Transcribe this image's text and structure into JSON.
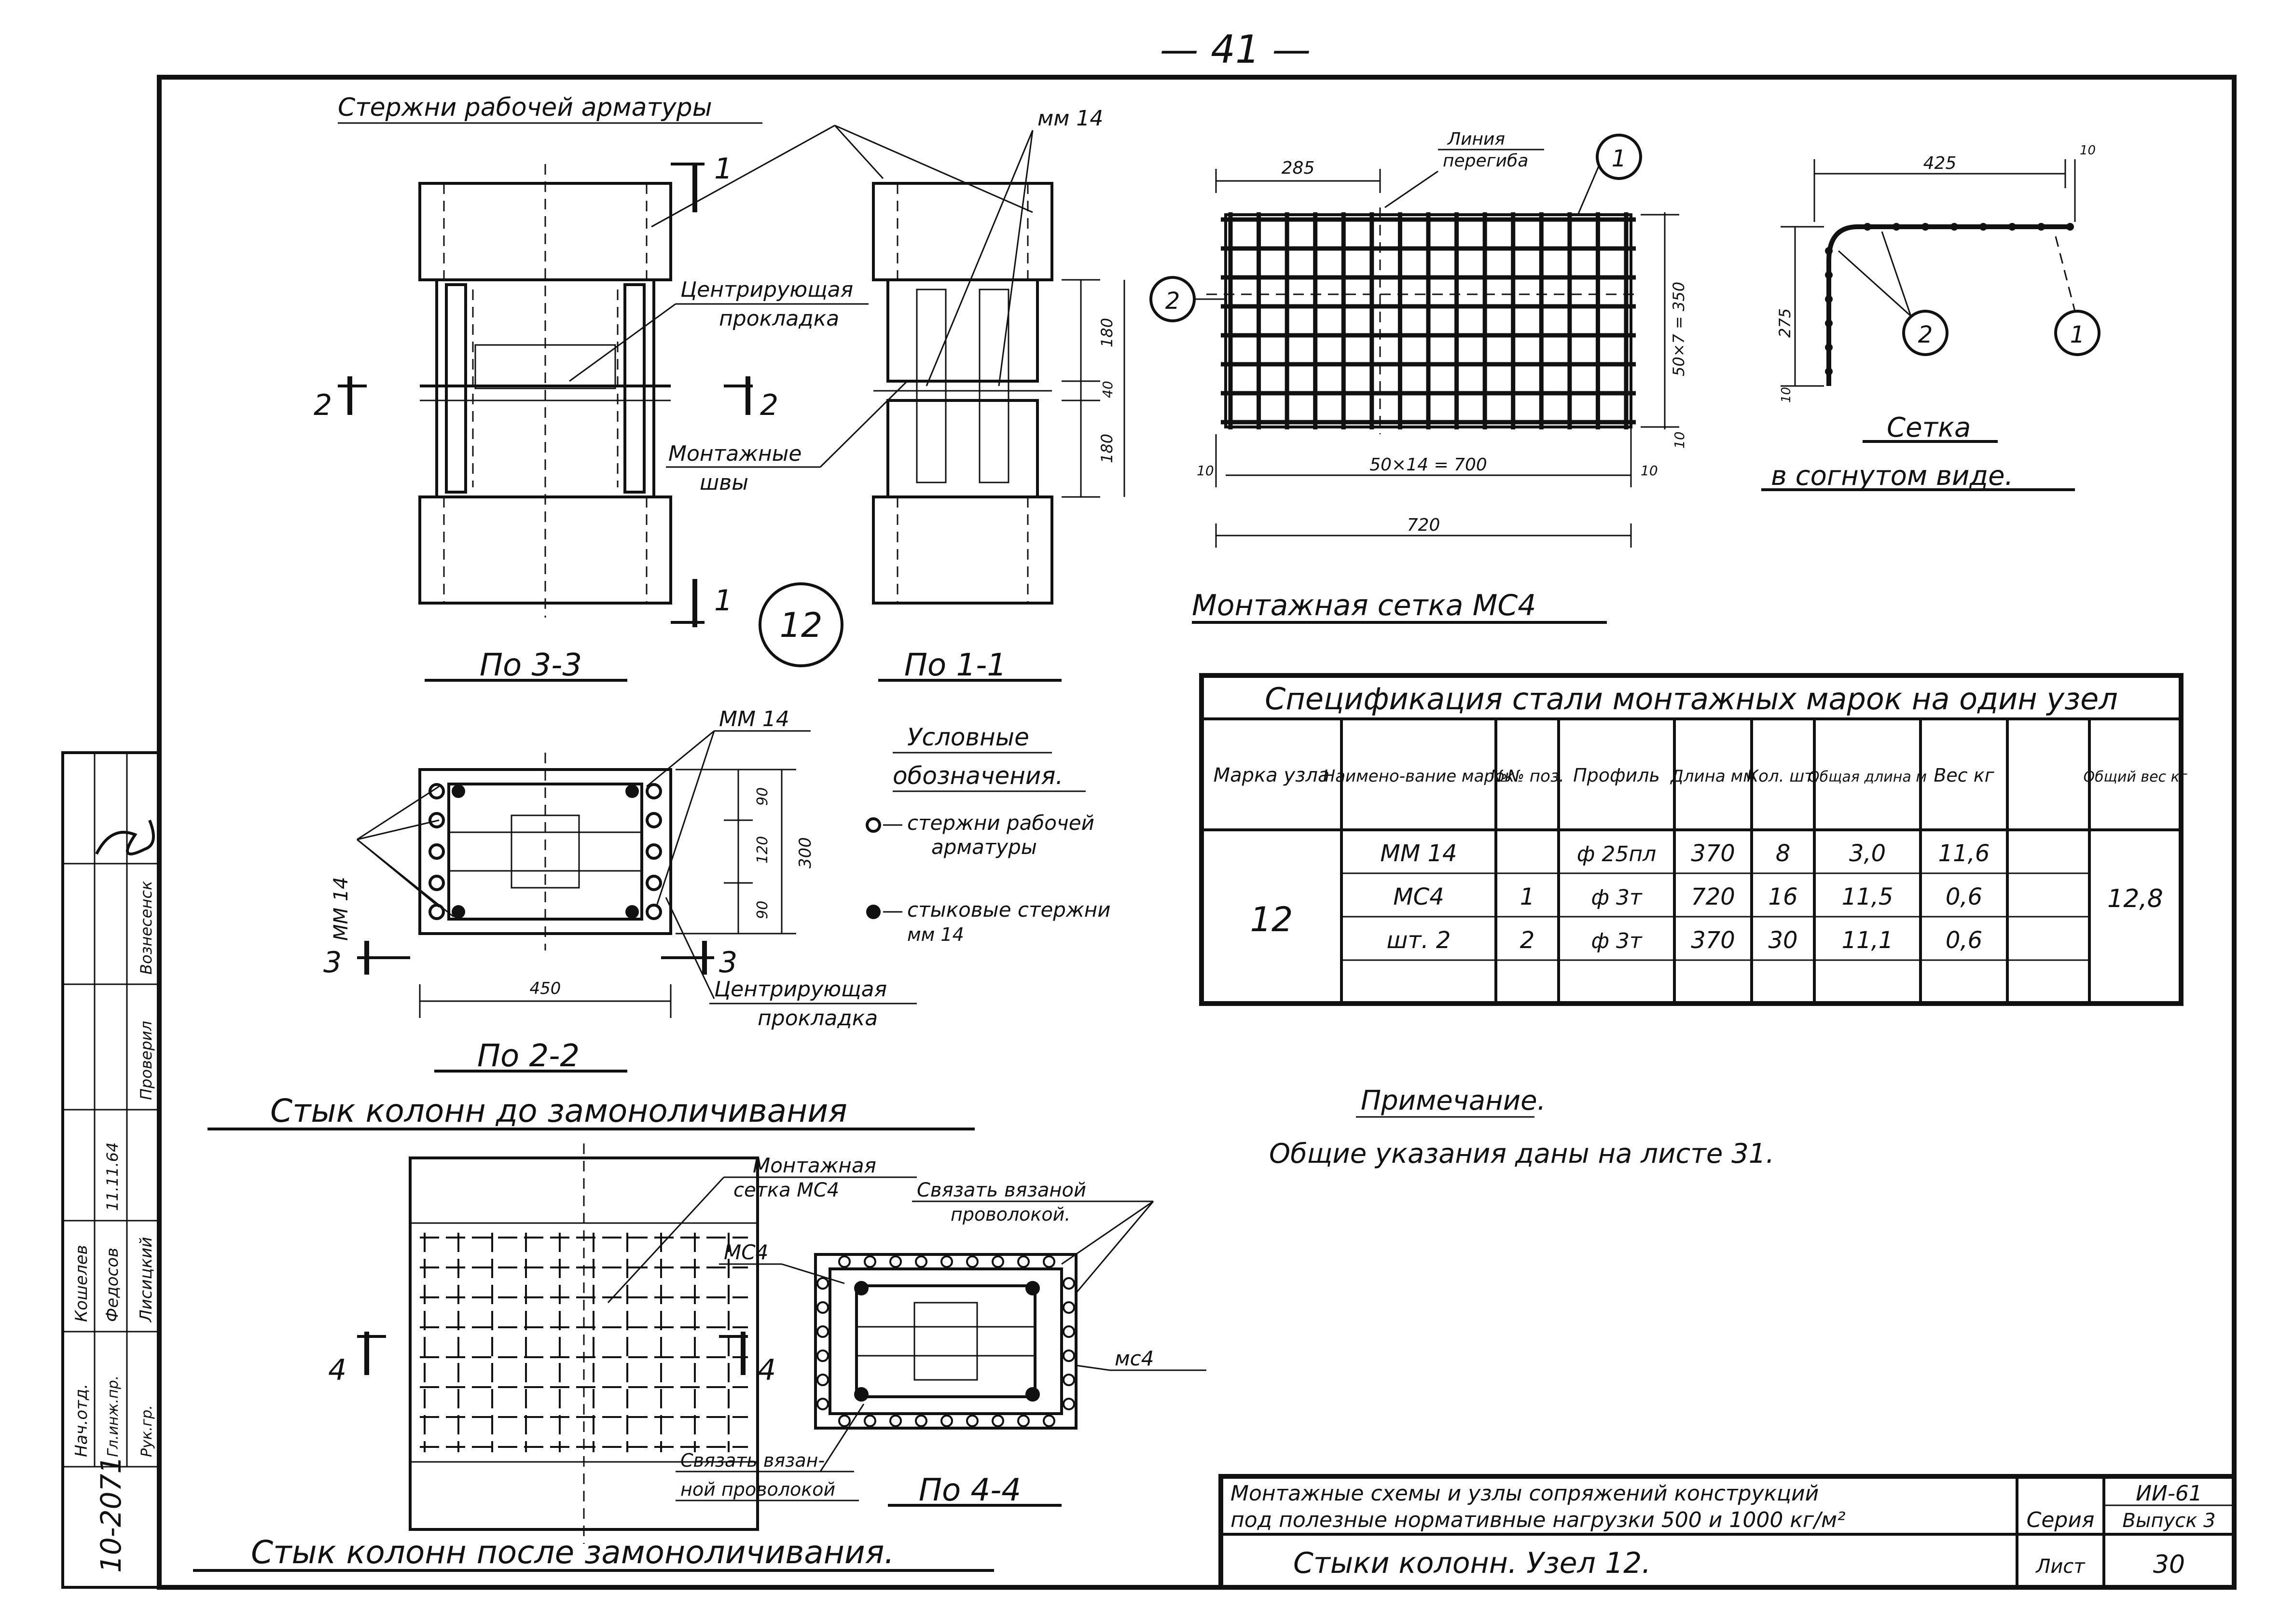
{
  "page_number": "— 41 —",
  "views": {
    "v33": {
      "caption": "По 3-3",
      "label_rebars": "Стержни рабочей арматуры",
      "label_spacer_1": "Центрирующая",
      "label_spacer_2": "прокладка",
      "label_welds_1": "Монтажные",
      "label_welds_2": "швы",
      "sec1_top": "1",
      "sec1_bot": "1",
      "sec2_left": "2",
      "sec2_right": "2",
      "node_number": "12"
    },
    "v11": {
      "caption": "По 1-1",
      "label_mm": "мм 14",
      "dim_1": "180",
      "dim_2": "40",
      "dim_3": "180"
    },
    "v22": {
      "caption": "По 2-2",
      "label_mm_top": "ММ 14",
      "label_mm_left": "ММ 14",
      "dim_w": "450",
      "dim_h": "300",
      "dim_1": "90",
      "dim_2": "120",
      "dim_3": "90",
      "sec3_left": "3",
      "sec3_right": "3",
      "label_spacer_1": "Центрирующая",
      "label_spacer_2": "прокладка"
    },
    "v44": {
      "caption": "По 4-4",
      "label_mesh_1": "Монтажная",
      "label_mesh_2": "сетка МС4",
      "label_tie_1": "Связать вязаной",
      "label_tie_2": "проволокой.",
      "label_tie_b1": "Связать вязан-",
      "label_tie_b2": "ной проволокой",
      "label_mc_left": "МС4",
      "label_mc_right": "мс4",
      "sec4_left": "4",
      "sec4_right": "4"
    }
  },
  "legend": {
    "title_1": "Условные",
    "title_2": "обозначения.",
    "item1_1": "стержни рабочей",
    "item1_2": "арматуры",
    "item2_1": "стыковые стержни",
    "item2_2": "мм 14"
  },
  "section_titles": {
    "before": "Стык колонн до замоноличивания",
    "after": "Стык колонн после замоноличивания."
  },
  "mesh": {
    "caption": "Монтажная сетка МС4",
    "label_bend_1": "Линия",
    "label_bend_2": "перегиба",
    "dim_left_top": "285",
    "dim_bottom_inner": "50×14 = 700",
    "dim_bottom_total": "720",
    "dim_right": "50×7 = 350",
    "dim_10_l": "10",
    "dim_10_r": "10",
    "dim_10_b": "10",
    "pos1": "1",
    "pos2": "2"
  },
  "bent_mesh": {
    "caption_1": "Сетка",
    "caption_2": "в согнутом виде.",
    "dim_top": "425",
    "dim_left": "275",
    "dim_10_top": "10",
    "dim_10_bot": "10",
    "pos1": "1",
    "pos2": "2"
  },
  "spec_table": {
    "title": "Спецификация стали монтажных марок на один узел",
    "headers": [
      "Марка узла",
      "Наимено-вание марок",
      "№№ поз.",
      "Профиль",
      "Длина мм",
      "Кол. шт.",
      "Общая длина м",
      "Вес кг",
      "Общий вес кг"
    ],
    "node": "12",
    "total_weight": "12,8",
    "rows": [
      {
        "name": "ММ 14",
        "pos": "",
        "profile": "ф 25пл",
        "length": "370",
        "qty": "8",
        "total_length": "3,0",
        "weight": "11,6"
      },
      {
        "name": "МС4",
        "pos": "1",
        "profile": "ф 3т",
        "length": "720",
        "qty": "16",
        "total_length": "11,5",
        "weight": "0,6"
      },
      {
        "name": "шт. 2",
        "pos": "2",
        "profile": "ф 3т",
        "length": "370",
        "qty": "30",
        "total_length": "11,1",
        "weight": "0,6"
      }
    ]
  },
  "note": {
    "title": "Примечание.",
    "text": "Общие указания даны на листе 31."
  },
  "title_block": {
    "desc_1": "Монтажные схемы и узлы сопряжений конструкций",
    "desc_2": "под полезные нормативные нагрузки 500 и 1000 кг/м²",
    "series_label": "Серия",
    "series_value": "ИИ-61",
    "issue": "Выпуск 3",
    "name": "Стыки колонн. Узел 12.",
    "sheet_label": "Лист",
    "sheet_value": "30"
  },
  "stamp": {
    "code": "10-2071",
    "roles": [
      "Нач.отд.",
      "Гл.инж.пр.",
      "Рук.гр."
    ],
    "names": [
      "Кошелев",
      "Федосов",
      "Лисицкий"
    ],
    "extra": [
      "Проверил",
      "Вознесенск"
    ],
    "date": "11.11.64"
  }
}
